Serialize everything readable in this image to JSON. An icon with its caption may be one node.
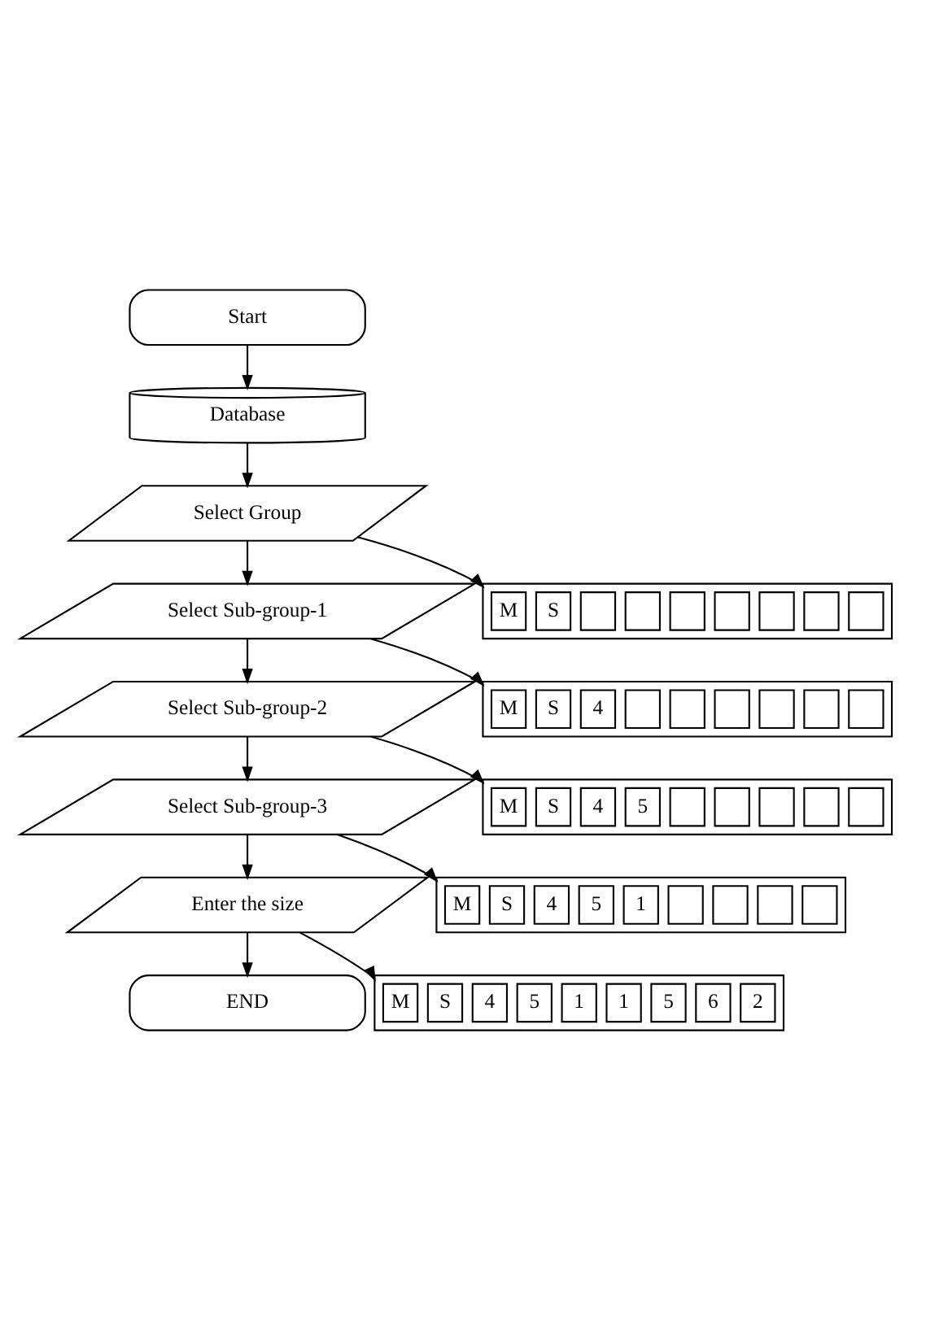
{
  "diagram": {
    "nodes": [
      {
        "text": [
          "Start"
        ]
      },
      {
        "text": [
          "Database"
        ]
      },
      {
        "text": [
          "Select Group"
        ]
      },
      {
        "text": [],
        "shape": "box"
      },
      {
        "text": [
          "M"
        ],
        "in": 3
      },
      {
        "text": [
          "S"
        ],
        "in": 3
      },
      {
        "text": [],
        "shape": "box",
        "in": 3
      },
      {
        "text": [],
        "shape": "box",
        "in": 3
      },
      {
        "text": [],
        "shape": "box",
        "in": 3
      },
      {
        "text": [],
        "shape": "box",
        "in": 3
      },
      {
        "text": [],
        "shape": "box",
        "in": 3
      },
      {
        "text": [],
        "shape": "box",
        "in": 3
      },
      {
        "text": [],
        "shape": "box",
        "in": 3
      },
      {
        "text": [
          "Select Sub-group-1"
        ]
      },
      {
        "text": [],
        "shape": "box"
      },
      {
        "text": [
          "M"
        ],
        "in": 14
      },
      {
        "text": [
          "S"
        ],
        "in": 14
      },
      {
        "text": [
          "4"
        ],
        "in": 14
      },
      {
        "text": [],
        "shape": "box",
        "in": 14
      },
      {
        "text": [],
        "shape": "box",
        "in": 14
      },
      {
        "text": [],
        "shape": "box",
        "in": 14
      },
      {
        "text": [],
        "shape": "box",
        "in": 14
      },
      {
        "text": [],
        "shape": "box",
        "in": 14
      },
      {
        "text": [],
        "shape": "box",
        "in": 14
      },
      {
        "text": [
          "Select Sub-group-2"
        ]
      },
      {
        "text": [],
        "shape": "box"
      },
      {
        "text": [
          "M"
        ],
        "in": 25
      },
      {
        "text": [
          "S"
        ],
        "in": 25
      },
      {
        "text": [
          "4"
        ],
        "in": 25
      },
      {
        "text": [
          "5"
        ],
        "in": 25
      },
      {
        "text": [],
        "shape": "box",
        "in": 25
      },
      {
        "text": [],
        "shape": "box",
        "in": 25
      },
      {
        "text": [],
        "shape": "box",
        "in": 25
      },
      {
        "text": [],
        "shape": "box",
        "in": 25
      },
      {
        "text": [],
        "shape": "box",
        "in": 25
      },
      {
        "text": [
          "Select Sub-group-3"
        ]
      },
      {
        "text": [],
        "shape": "box"
      },
      {
        "text": [
          "M"
        ],
        "in": 36
      },
      {
        "text": [
          "S"
        ],
        "in": 36
      },
      {
        "text": [
          "4"
        ],
        "in": 36
      },
      {
        "text": [
          "5"
        ],
        "in": 36
      },
      {
        "text": [
          "1"
        ],
        "in": 36
      },
      {
        "text": [],
        "shape": "box",
        "in": 36
      },
      {
        "text": [],
        "shape": "box",
        "in": 36
      },
      {
        "text": [],
        "shape": "box",
        "in": 36
      },
      {
        "text": [],
        "shape": "box",
        "in": 36
      },
      {
        "text": [
          "Enter the size"
        ]
      },
      {
        "text": [],
        "shape": "box"
      },
      {
        "text": [
          "M"
        ],
        "in": 47
      },
      {
        "text": [
          "S"
        ],
        "in": 47
      },
      {
        "text": [
          "4"
        ],
        "in": 47
      },
      {
        "text": [
          "5"
        ],
        "in": 47
      },
      {
        "text": [
          "1"
        ],
        "in": 47
      },
      {
        "text": [
          "1"
        ],
        "in": 47
      },
      {
        "text": [
          "5"
        ],
        "in": 47
      },
      {
        "text": [
          "6"
        ],
        "in": 47
      },
      {
        "text": [
          "2"
        ],
        "in": 47
      },
      {
        "text": [
          "END"
        ]
      }
    ],
    "edges": [
      {
        "from": 0,
        "to": 1,
        "arrow": "to"
      },
      {
        "from": 1,
        "to": 2,
        "arrow": "to"
      },
      {
        "from": 2,
        "to": 13,
        "arrow": "to"
      },
      {
        "from": 2,
        "to": 3,
        "arrow": "to"
      },
      {
        "from": 13,
        "to": 24,
        "arrow": "to"
      },
      {
        "from": 13,
        "to": 14,
        "arrow": "to"
      },
      {
        "from": 24,
        "to": 35,
        "arrow": "to"
      },
      {
        "from": 24,
        "to": 25,
        "arrow": "to"
      },
      {
        "from": 35,
        "to": 46,
        "arrow": "to"
      },
      {
        "from": 35,
        "to": 36,
        "arrow": "to"
      },
      {
        "from": 46,
        "to": 57,
        "arrow": "to"
      },
      {
        "from": 46,
        "to": 47,
        "arrow": "to"
      }
    ]
  }
}
